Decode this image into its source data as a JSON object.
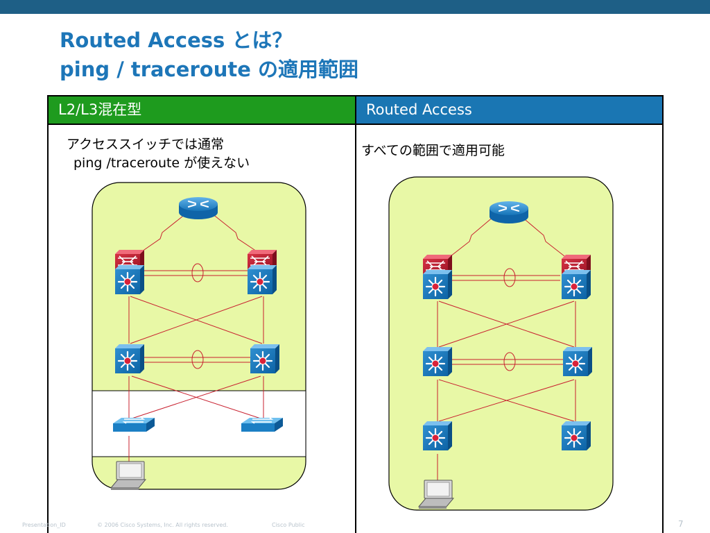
{
  "title": {
    "line1": "Routed Access とは？",
    "line2": "ping / traceroute の適用範囲"
  },
  "columns": {
    "left": {
      "header": "L2/L3混在型",
      "header_color": "#1e9b1e",
      "note_line1": "アクセススイッチでは通常",
      "note_line2": "ping /traceroute  が使えない"
    },
    "right": {
      "header": "Routed Access",
      "header_color": "#1a76b3",
      "note": "すべての範囲で適用可能"
    }
  },
  "colors": {
    "top_bar": "#1e5f86",
    "title": "#1d76b8",
    "zone_fill": "#e8f8a6",
    "link": "#c8202f"
  },
  "diagram": {
    "left_devices": [
      "router-icon",
      "firewall-icon",
      "l3-switch-icon",
      "l3-switch-icon",
      "l3-switch-icon",
      "firewall-icon",
      "l3-switch-icon",
      "l2-switch-icon",
      "l2-switch-icon",
      "laptop-icon"
    ],
    "right_devices": [
      "router-icon",
      "firewall-icon",
      "l3-switch-icon",
      "firewall-icon",
      "l3-switch-icon",
      "l3-switch-icon",
      "l3-switch-icon",
      "l3-switch-icon",
      "l3-switch-icon",
      "laptop-icon"
    ]
  },
  "footer": {
    "presentation_id": "Presentation_ID",
    "copyright": "© 2006 Cisco Systems, Inc. All rights reserved.",
    "classification": "Cisco Public",
    "page": "7"
  }
}
